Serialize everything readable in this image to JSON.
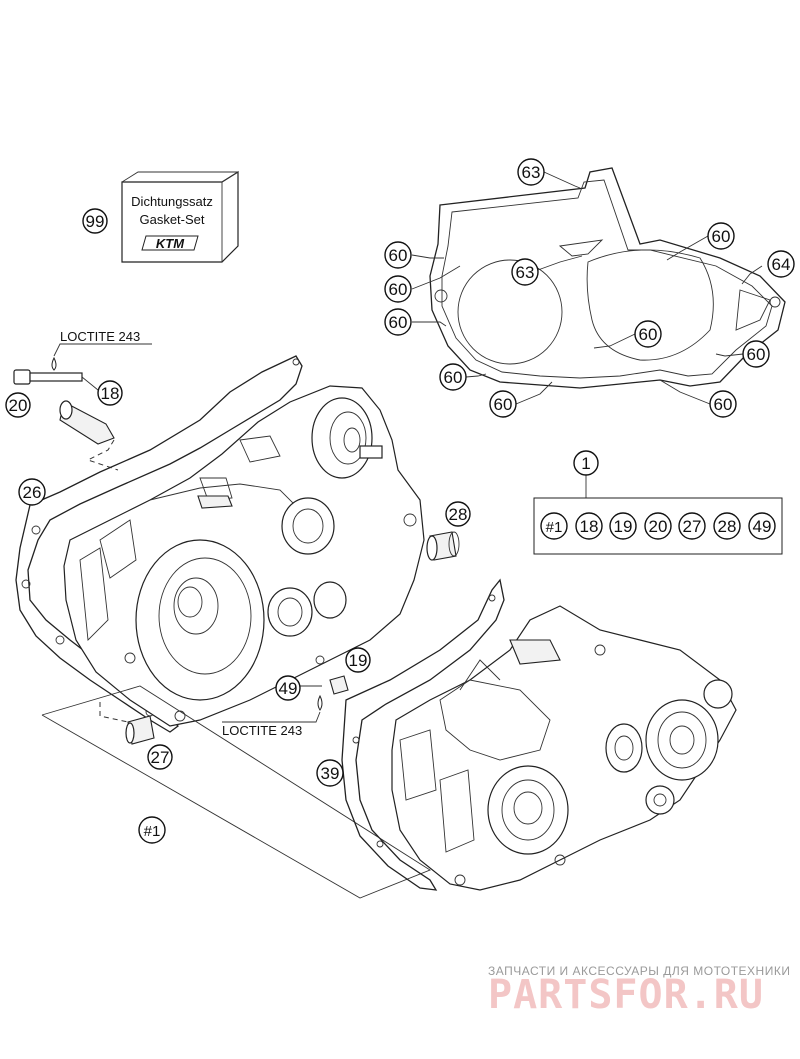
{
  "gasket_set_box": {
    "callout": "99",
    "line1": "Dichtungssatz",
    "line2": "Gasket-Set",
    "logo_text": "KTM"
  },
  "loctite": {
    "top_label": "LOCTITE 243",
    "bottom_label": "LOCTITE 243"
  },
  "clutch_cover_gasket": {
    "callouts": [
      "63",
      "63",
      "60",
      "60",
      "60",
      "60",
      "60",
      "60",
      "60",
      "60",
      "60",
      "64"
    ]
  },
  "part_set": {
    "callout": "1",
    "items": [
      "#1",
      "18",
      "19",
      "20",
      "27",
      "28",
      "49"
    ]
  },
  "left_case_callouts": {
    "bolt": "20",
    "sleeve_top": "18",
    "gasket": "26",
    "bushing_right": "28",
    "dowel_right": "19",
    "washer": "49",
    "dowel_bottom": "27",
    "assembly": "#1"
  },
  "right_case_callouts": {
    "gasket": "39"
  },
  "watermark": {
    "tagline": "ЗАПЧАСТИ И АКСЕССУАРЫ ДЛЯ МОТОТЕХНИКИ",
    "brand": "PARTSFOR.RU",
    "brand_color": "#f3c6c6"
  }
}
